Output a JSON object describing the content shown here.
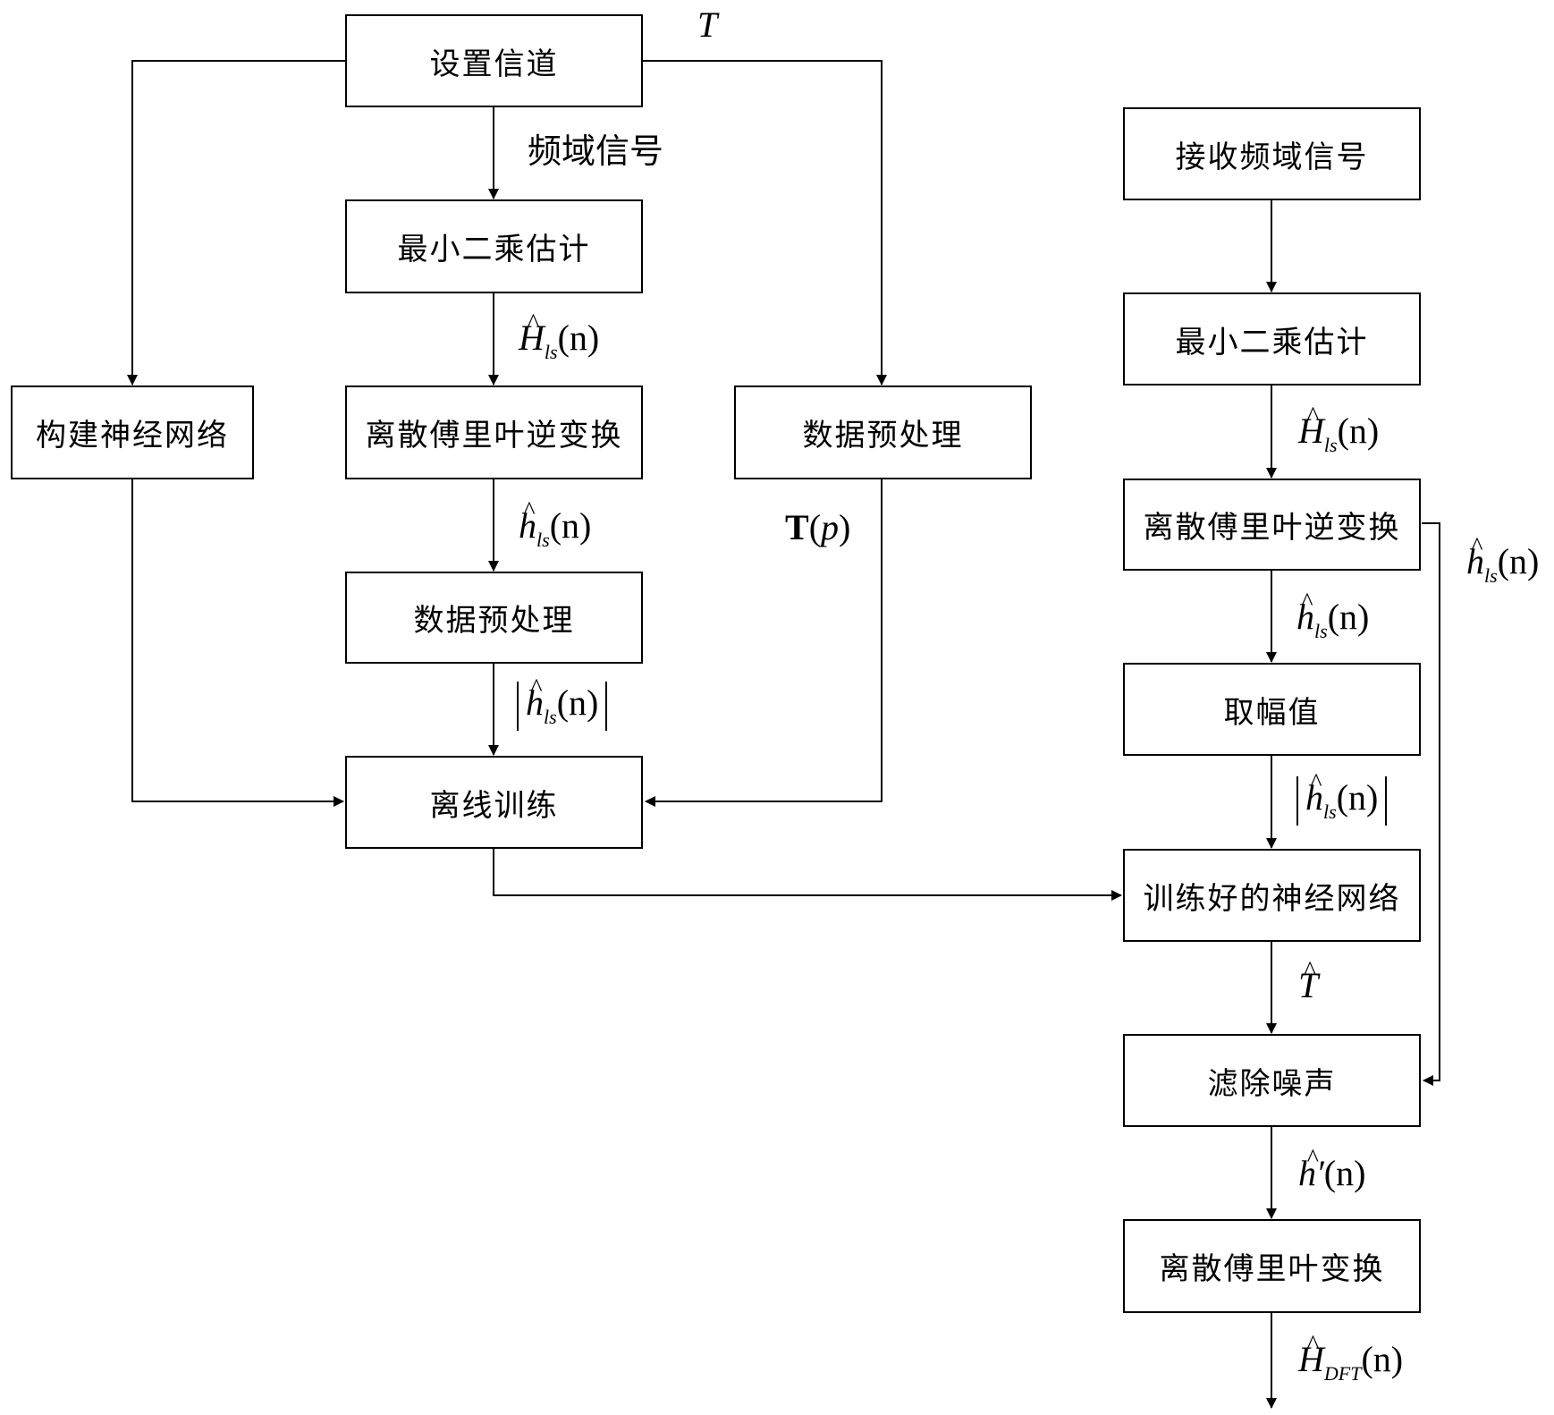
{
  "boxes": {
    "set_channel": "设置信道",
    "ls_left": "最小二乘估计",
    "idft_left": "离散傅里叶逆变换",
    "preproc_left": "数据预处理",
    "build_nn": "构建神经网络",
    "preproc_right": "数据预处理",
    "offline_train": "离线训练",
    "recv_freq": "接收频域信号",
    "ls_right": "最小二乘估计",
    "idft_right": "离散傅里叶逆变换",
    "take_mag": "取幅值",
    "trained_nn": "训练好的神经网络",
    "filter_noise": "滤除噪声",
    "dft": "离散傅里叶变换"
  },
  "labels": {
    "T": "T",
    "freq_signal": "频域信号",
    "H_letter": "H",
    "h_letter": "h",
    "ls_sub": "ls",
    "dft_sub": "DFT",
    "n_arg": "(n)",
    "T_bold": "T",
    "p_arg": "p",
    "T_hat": "T",
    "h_prime": "h′"
  }
}
